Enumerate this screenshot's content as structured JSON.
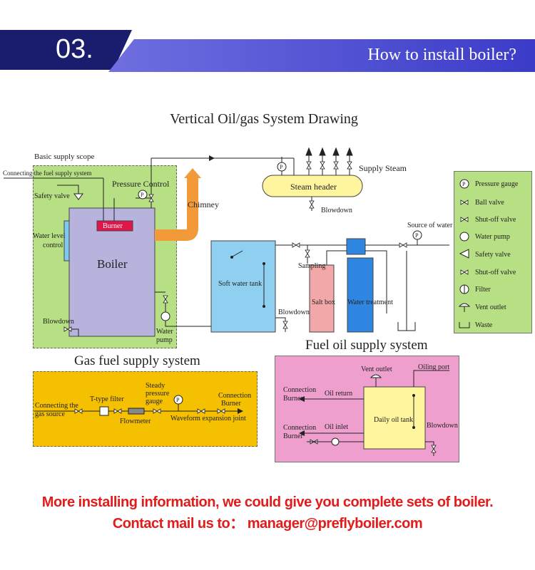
{
  "banner": {
    "number": "03.",
    "title": "How to install boiler?"
  },
  "diagram_title": "Vertical Oil/gas System Drawing",
  "main": {
    "supply_scope": "Basic supply scope",
    "fuel_supply": "Connecting the fuel supply system",
    "safety_valve": "Safety valve",
    "pressure_control": "Pressure Control",
    "water_level_1": "Water level",
    "water_level_2": "control",
    "burner": "Burner",
    "boiler": "Boiler",
    "blowdown": "Blowdown",
    "water_pump_1": "Water",
    "water_pump_2": "pump",
    "chimney": "Chimney",
    "steam_header": "Steam header",
    "header_blowdown": "Blowdown",
    "supply_steam": "Supply Steam",
    "soft_water_tank": "Soft water tank",
    "tank_blowdown": "Blowdown",
    "sampling": "Sampling",
    "salt_box": "Salt box",
    "water_treatment": "Water treatment",
    "source_of_water": "Source of water"
  },
  "legend": [
    {
      "icon": "pressure-gauge-icon",
      "label": "Pressure gauge"
    },
    {
      "icon": "ball-valve-icon",
      "label": "Ball valve"
    },
    {
      "icon": "shut-off-valve-icon",
      "label": "Shut-off valve"
    },
    {
      "icon": "water-pump-icon",
      "label": "Water pump"
    },
    {
      "icon": "safety-valve-icon",
      "label": "Safety valve"
    },
    {
      "icon": "shut-off-valve-icon",
      "label": "Shut-off valve"
    },
    {
      "icon": "filter-icon",
      "label": "Filter"
    },
    {
      "icon": "vent-outlet-icon",
      "label": "Vent outlet"
    },
    {
      "icon": "waste-icon",
      "label": "Waste"
    }
  ],
  "gas": {
    "title": "Gas fuel supply system",
    "source_1": "Connecting the",
    "source_2": "gas source",
    "filter": "T-type filter",
    "flowmeter": "Flowmeter",
    "gauge_1": "Steady",
    "gauge_2": "pressure",
    "gauge_3": "gauge",
    "joint": "Waveform expansion joint",
    "conn_1": "Connection",
    "conn_2": "Burner"
  },
  "oil": {
    "title": "Fuel oil supply system",
    "vent_outlet": "Vent outlet",
    "oiling_port": "Oiling port",
    "conn1_1": "Connection",
    "conn1_2": "Burner",
    "oil_return": "Oil return",
    "conn2_1": "Connection",
    "conn2_2": "Burner",
    "oil_inlet": "Oil inlet",
    "daily_tank": "Daily oil tank",
    "blowdown": "Blowdown"
  },
  "footer": {
    "line1": "More installing information, we could give you complete sets of boiler.",
    "line2": "Contact mail us to： manager@preflyboiler.com"
  },
  "colors": {
    "scope_green": "#b7df83",
    "gas_yellow": "#f5c000",
    "oil_pink": "#ef9fcd",
    "legend_green": "#b7df83",
    "banner_dark": "#1a1d6e",
    "banner_blue": "#4a4ad6",
    "footer_red": "#e31b1b"
  }
}
